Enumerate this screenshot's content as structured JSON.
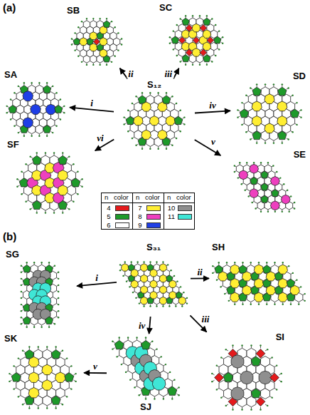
{
  "diagram": {
    "nodes": [
      {
        "text": [
          "SB"
        ]
      },
      {
        "text": [
          "SC"
        ]
      },
      {
        "text": [
          "SA"
        ]
      },
      {
        "text": [
          "S₁₂"
        ]
      },
      {
        "text": [
          "SD"
        ]
      },
      {
        "text": [
          "SF"
        ]
      },
      {
        "text": [
          "SE"
        ]
      },
      {
        "text": [
          "SG"
        ]
      },
      {
        "text": [
          "S₃₁"
        ]
      },
      {
        "text": [
          "SH"
        ]
      },
      {
        "text": [
          "SI"
        ]
      },
      {
        "text": [
          "SK"
        ]
      },
      {
        "text": [
          "SJ"
        ]
      }
    ],
    "edges": [
      {
        "from": 3,
        "to": 2,
        "arrow": "to",
        "label": "i"
      },
      {
        "from": 3,
        "to": 0,
        "arrow": "to",
        "label": "ii"
      },
      {
        "from": 3,
        "to": 1,
        "arrow": "to",
        "label": "iii"
      },
      {
        "from": 3,
        "to": 4,
        "arrow": "to",
        "label": "iv"
      },
      {
        "from": 3,
        "to": 6,
        "arrow": "to",
        "label": "v"
      },
      {
        "from": 3,
        "to": 5,
        "arrow": "to",
        "label": "vi"
      },
      {
        "from": 8,
        "to": 7,
        "arrow": "to",
        "label": "i"
      },
      {
        "from": 8,
        "to": 9,
        "arrow": "to",
        "label": "ii"
      },
      {
        "from": 8,
        "to": 10,
        "arrow": "to",
        "label": "iii"
      },
      {
        "from": 8,
        "to": 12,
        "arrow": "to",
        "label": "iv"
      },
      {
        "from": 12,
        "to": 11,
        "arrow": "to",
        "label": "v"
      }
    ],
    "labels": [
      "(a)",
      "n",
      "color",
      "n",
      "color",
      "n",
      "color",
      "(b)"
    ],
    "legend": [
      {
        "text": "4",
        "color": "#e41a1c"
      },
      {
        "text": "5",
        "color": "#1e9a2a"
      },
      {
        "text": "6",
        "color": "#ffffff"
      },
      {
        "text": "7",
        "color": "#ffee33"
      },
      {
        "text": "8",
        "color": "#ee3fbf"
      },
      {
        "text": "9",
        "color": "#1f3fe6"
      },
      {
        "text": "10",
        "color": "#8f8f8f"
      },
      {
        "text": "11",
        "color": "#3fe6d6"
      }
    ]
  }
}
